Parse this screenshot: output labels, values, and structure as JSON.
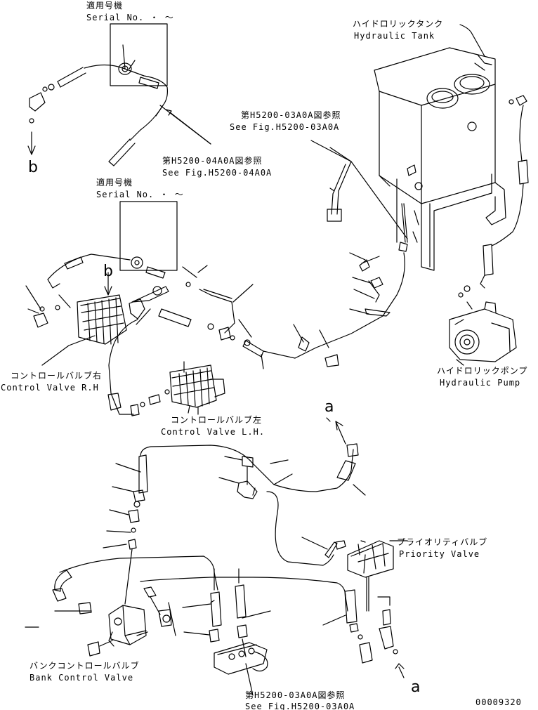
{
  "applicability_upper": {
    "title": "適用号機",
    "serial": "Serial No.  ・ ～"
  },
  "applicability_middle": {
    "title": "適用号機",
    "serial": "Serial No.  ・ ～"
  },
  "hydraulic_tank": {
    "jp": "ハイドロリックタンク",
    "en": "Hydraulic Tank"
  },
  "ref_top_right": {
    "jp": "第H5200-03A0A図参照",
    "en": "See Fig.H5200-03A0A"
  },
  "ref_upper_left": {
    "jp": "第H5200-04A0A図参照",
    "en": "See Fig.H5200-04A0A"
  },
  "control_valve_rh": {
    "jp": "コントロールバルブ右",
    "en": "Control Valve R.H"
  },
  "control_valve_lh": {
    "jp": "コントロールバルブ左",
    "en": "Control Valve L.H."
  },
  "hydraulic_pump": {
    "jp": "ハイドロリックポンプ",
    "en": "Hydraulic Pump"
  },
  "priority_valve": {
    "jp": "プライオリティバルブ",
    "en": "Priority Valve"
  },
  "bank_control_valve": {
    "jp": "バンクコントロールバルブ",
    "en": "Bank Control Valve"
  },
  "ref_bottom": {
    "jp": "第H5200-03A0A図参照",
    "en": "See Fig.H5200-03A0A"
  },
  "callout_a_top": "a",
  "callout_a_bottom": "a",
  "callout_b_left": "b",
  "callout_b_mid": "b",
  "drawing_number": "00009320"
}
